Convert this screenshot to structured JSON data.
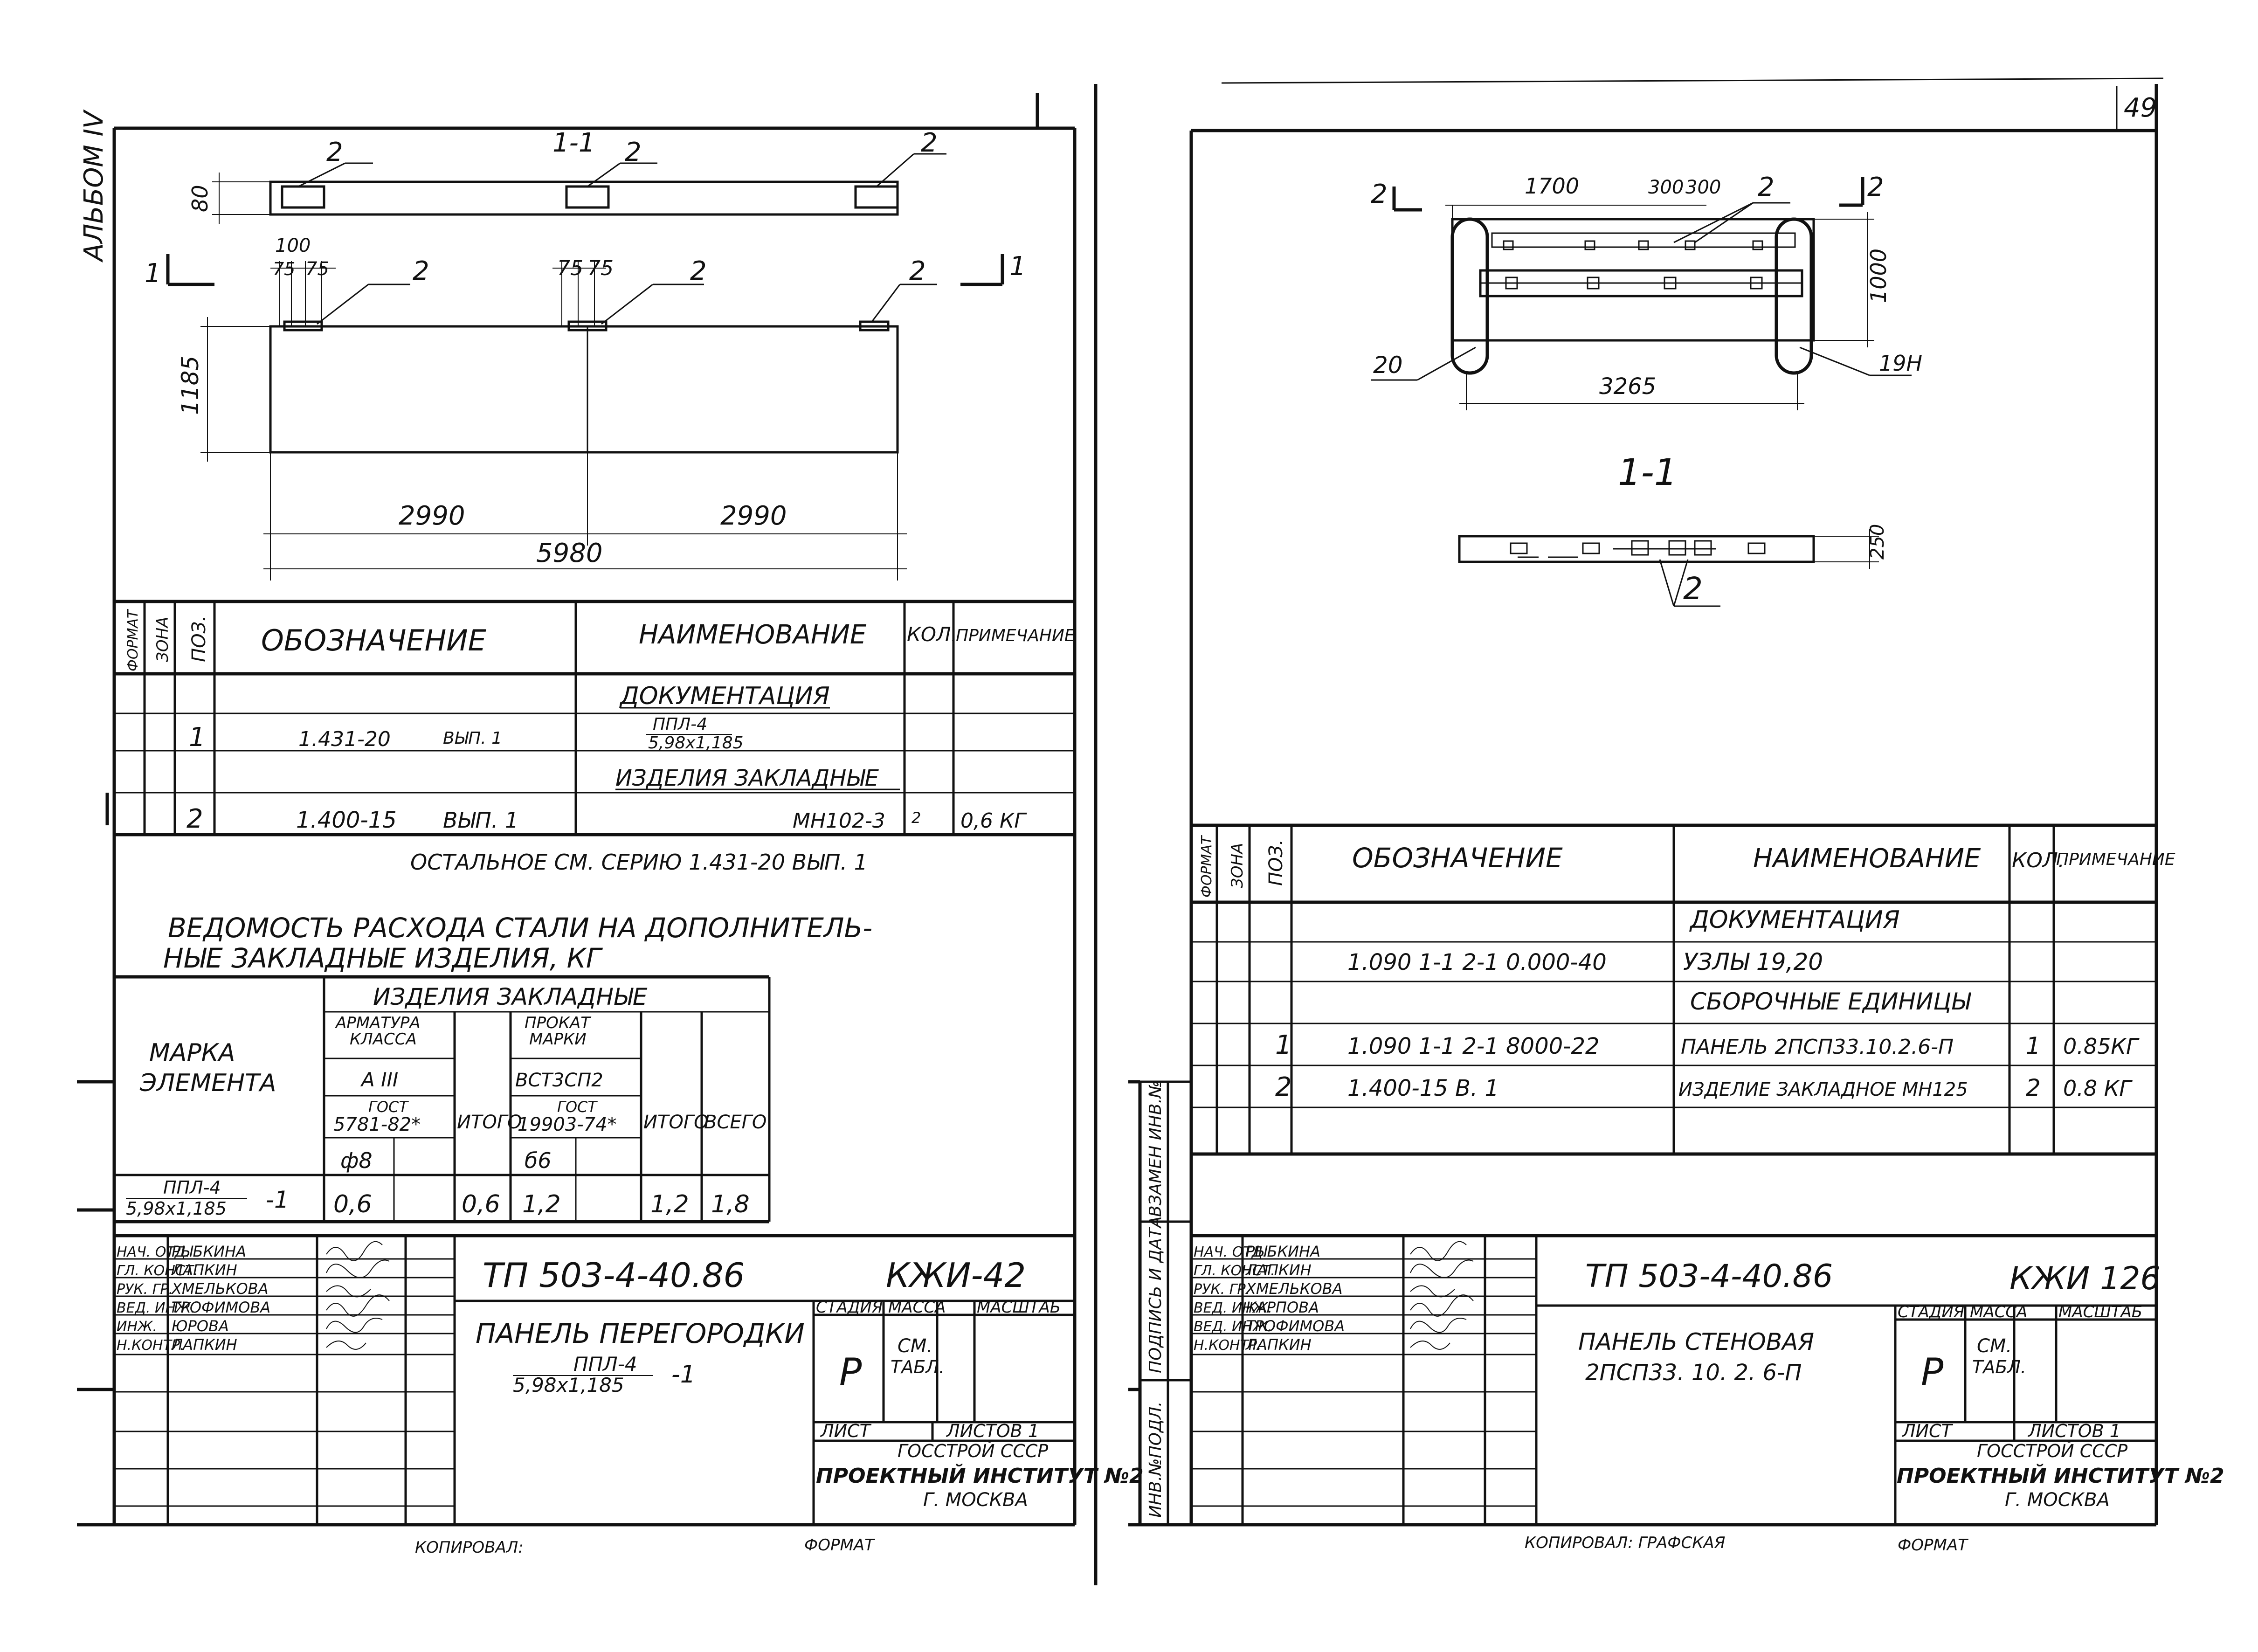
{
  "album_label": "АЛЬБОМ IV",
  "page_number": "49",
  "left_sheet": {
    "plan": {
      "section_mark": "1-1",
      "pos_labels": [
        "2",
        "2",
        "2",
        "2",
        "2",
        "2"
      ],
      "cut_marks": [
        "1",
        "1"
      ],
      "dims": {
        "thickness": "80",
        "d100": "100",
        "d75a": "75",
        "d75b": "75",
        "d75c": "75",
        "d75d": "75",
        "height": "1185",
        "half1": "2990",
        "half2": "2990",
        "total": "5980"
      }
    },
    "spec": {
      "headers": {
        "format": "ФОРМАТ",
        "zone": "ЗОНА",
        "pos": "ПОЗ.",
        "designation": "ОБОЗНАЧЕНИЕ",
        "name": "НАИМЕНОВАНИЕ",
        "qty": "КОЛ.",
        "note": "ПРИМЕЧАНИЕ"
      },
      "section_docs": "ДОКУМЕНТАЦИЯ",
      "row1": {
        "pos": "1",
        "designation": "1.431-20",
        "issue": "ВЫП. 1",
        "name_top": "ППЛ-4",
        "name_bottom": "5,98х1,185"
      },
      "section_items": "ИЗДЕЛИЯ ЗАКЛАДНЫЕ",
      "row2": {
        "pos": "2",
        "designation": "1.400-15",
        "issue": "ВЫП. 1",
        "name": "МН102-3",
        "qty": "2",
        "note": "0,6 КГ"
      },
      "footnote": "ОСТАЛЬНОЕ СМ. СЕРИЮ 1.431-20 ВЫП. 1"
    },
    "steel": {
      "title_line1": "ВЕДОМОСТЬ РАСХОДА СТАЛИ НА ДОПОЛНИТЕЛЬ-",
      "title_line2": "НЫЕ ЗАКЛАДНЫЕ ИЗДЕЛИЯ, КГ",
      "mark_header_1": "МАРКА",
      "mark_header_2": "ЭЛЕМЕНТА",
      "group_header": "ИЗДЕЛИЯ ЗАКЛАДНЫЕ",
      "rebar_1": "АРМАТУРА",
      "rebar_2": "КЛАССА",
      "rebar_class": "А III",
      "rebar_gost_1": "ГОСТ",
      "rebar_gost_2": "5781-82*",
      "rebar_dia": "ф8",
      "total1": "ИТОГО",
      "rolled_1": "ПРОКАТ",
      "rolled_2": "МАРКИ",
      "rolled_mark": "ВСТ3СП2",
      "rolled_gost_1": "ГОСТ",
      "rolled_gost_2": "19903-74*",
      "rolled_dia": "б6",
      "total2": "ИТОГО",
      "grand_total": "ВСЕГО",
      "row": {
        "mark_top": "ППЛ-4",
        "mark_bottom": "5,98х1,185",
        "mark_suffix": "-1",
        "v1": "0,6",
        "v2": "0,6",
        "v3": "1,2",
        "v4": "1,2",
        "v5": "1,8"
      }
    },
    "stamp": {
      "roles": [
        "НАЧ. ОТД.",
        "ГЛ. КОНСТ.",
        "РУК. ГР.",
        "ВЕД. ИНЖ.",
        "ИНЖ.",
        "Н.КОНТР."
      ],
      "names": [
        "РЫБКИНА",
        "ЛАПКИН",
        "ХМЕЛЬКОВА",
        "ТРОФИМОВА",
        "ЮРОВА",
        "ЛАПКИН"
      ],
      "project": "ТП 503-4-40.86",
      "code": "КЖИ-42",
      "title_1": "ПАНЕЛЬ ПЕРЕГОРОДКИ",
      "title_2": "ППЛ-4",
      "title_3": "5,98х1,185",
      "title_suffix": "-1",
      "stage_h": "СТАДИЯ",
      "mass_h": "МАССА",
      "scale_h": "МАСШТАБ",
      "stage": "Р",
      "mass_1": "СМ.",
      "mass_2": "ТАБЛ.",
      "sheet": "ЛИСТ",
      "sheets": "ЛИСТОВ 1",
      "org_1": "ГОССТРОЙ СССР",
      "org_2": "ПРОЕКТНЫЙ ИНСТИТУТ №2",
      "org_3": "Г. МОСКВА"
    },
    "copied": "КОПИРОВАЛ:",
    "format": "ФОРМАТ"
  },
  "right_sheet": {
    "plan": {
      "cut_left": "2",
      "cut_right": "2",
      "d1700": "1700",
      "d300a": "300",
      "d300b": "300",
      "pos_top": "2",
      "d1000": "1000",
      "d3265": "3265",
      "label_20": "20",
      "label_19": "19Н"
    },
    "section": {
      "mark": "1-1",
      "d250": "250",
      "pos": "2"
    },
    "spec": {
      "headers": {
        "format": "ФОРМАТ",
        "zone": "ЗОНА",
        "pos": "ПОЗ.",
        "designation": "ОБОЗНАЧЕНИЕ",
        "name": "НАИМЕНОВАНИЕ",
        "qty": "КОЛ.",
        "note": "ПРИМЕЧАНИЕ"
      },
      "section_docs": "ДОКУМЕНТАЦИЯ",
      "docs_row": {
        "designation": "1.090 1-1 2-1 0.000-40",
        "name": "УЗЛЫ 19,20"
      },
      "section_units": "СБОРОЧНЫЕ ЕДИНИЦЫ",
      "row1": {
        "pos": "1",
        "designation": "1.090 1-1 2-1 8000-22",
        "name": "ПАНЕЛЬ 2ПСП33.10.2.6-П",
        "qty": "1",
        "note": "0.85КГ"
      },
      "row2": {
        "pos": "2",
        "designation": "1.400-15 В. 1",
        "name": "ИЗДЕЛИЕ ЗАКЛАДНОЕ МН125",
        "qty": "2",
        "note": "0.8 КГ"
      }
    },
    "side_strip": [
      "ВЗАМЕН ИНВ.№",
      "ПОДПИСЬ И ДАТА",
      "ИНВ.№ПОДЛ."
    ],
    "stamp": {
      "roles": [
        "НАЧ. ОТД.",
        "ГЛ. КОНСТ.",
        "РУК. ГР.",
        "ВЕД. ИНЖ.",
        "ВЕД. ИНЖ.",
        "Н.КОНТР."
      ],
      "names": [
        "РЫБКИНА",
        "ЛАПКИН",
        "ХМЕЛЬКОВА",
        "КАРПОВА",
        "ТРОФИМОВА",
        "ЛАПКИН"
      ],
      "project": "ТП 503-4-40.86",
      "code": "КЖИ 126",
      "title_1": "ПАНЕЛЬ СТЕНОВАЯ",
      "title_2": "2ПСП33. 10. 2. 6-П",
      "stage_h": "СТАДИЯ",
      "mass_h": "МАССА",
      "scale_h": "МАСШТАБ",
      "stage": "Р",
      "mass_1": "СМ.",
      "mass_2": "ТАБЛ.",
      "sheet": "ЛИСТ",
      "sheets": "ЛИСТОВ 1",
      "org_1": "ГОССТРОЙ СССР",
      "org_2": "ПРОЕКТНЫЙ ИНСТИТУТ №2",
      "org_3": "Г. МОСКВА"
    },
    "copied": "КОПИРОВАЛ: ГРАФСКАЯ",
    "format": "ФОРМАТ"
  }
}
